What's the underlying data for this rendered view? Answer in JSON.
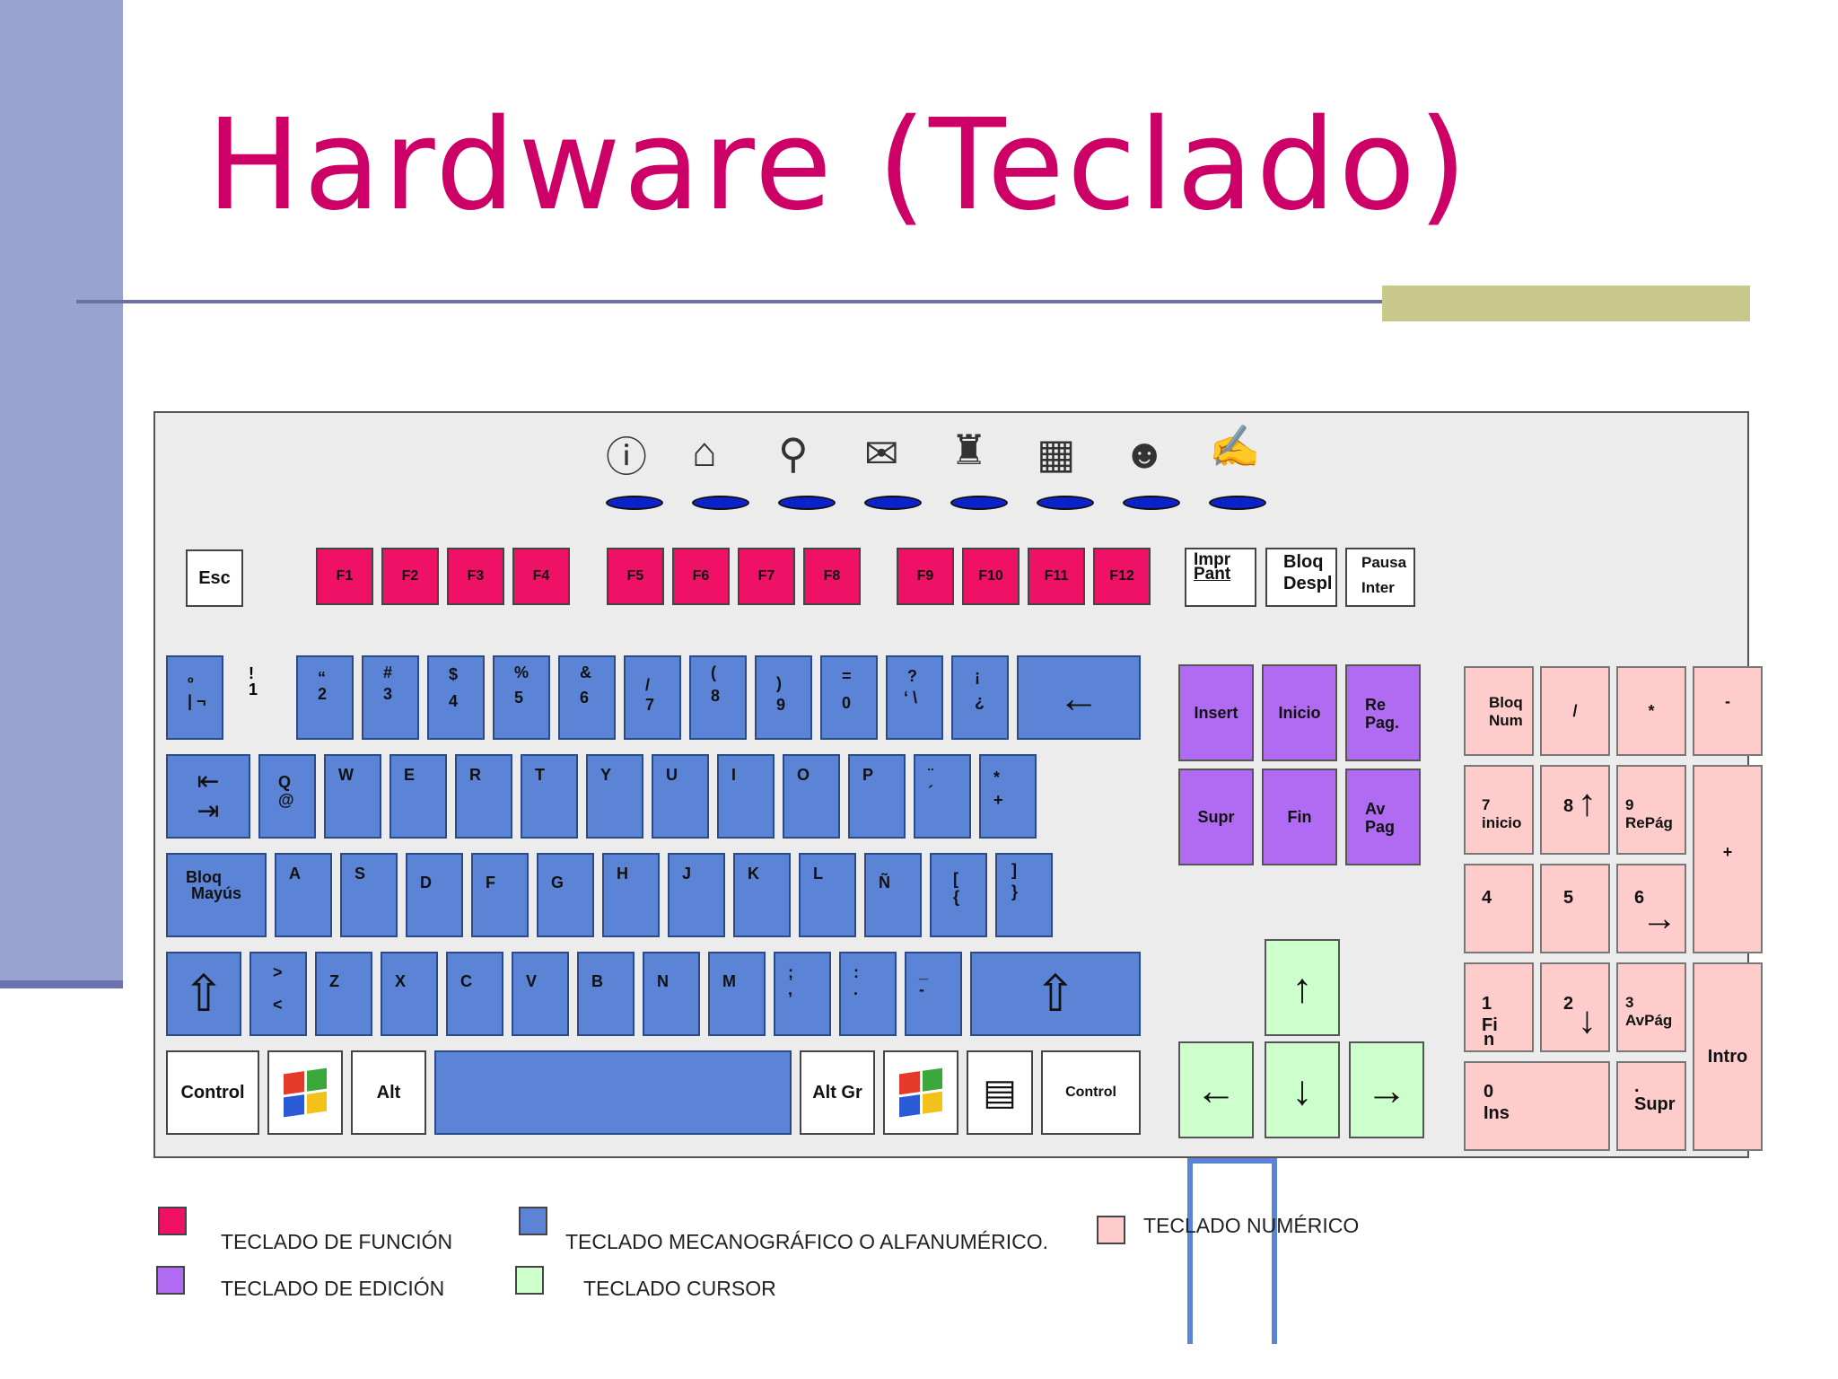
{
  "slide": {
    "title": "Hardware (Teclado)"
  },
  "keyboard": {
    "multimedia_icons": [
      "info-icon",
      "home-icon",
      "search-icon",
      "mail-icon",
      "people-icon",
      "chart-icon",
      "meeting-icon",
      "reading-icon"
    ],
    "function_row": {
      "esc": "Esc",
      "f1": "F1",
      "f2": "F2",
      "f3": "F3",
      "f4": "F4",
      "f5": "F5",
      "f6": "F6",
      "f7": "F7",
      "f8": "F8",
      "f9": "F9",
      "f10": "F10",
      "f11": "F11",
      "f12": "F12"
    },
    "system_keys": {
      "print_a": "Impr",
      "print_b": "Pant",
      "scroll_a": "Bloq",
      "scroll_b": "Despl",
      "pause_a": "Pausa",
      "pause_b": "Inter"
    },
    "number_row": {
      "k0_top": "º",
      "k0_bot": "| ¬",
      "k1_top": "!",
      "k1_bot": "1",
      "k2_top": "“",
      "k2_bot": "2",
      "k3_top": "#",
      "k3_bot": "3",
      "k4_top": "$",
      "k4_bot": "4",
      "k5_top": "%",
      "k5_bot": "5",
      "k6_top": "&",
      "k6_bot": "6",
      "k7_top": "/",
      "k7_bot": "7",
      "k8_top": "(",
      "k8_bot": "8",
      "k9_top": ")",
      "k9_bot": "9",
      "k10_top": "=",
      "k10_bot": "0",
      "k11_top": "?",
      "k11_bot": "‘  \\",
      "k12_top": "¡",
      "k12_bot": "¿",
      "backspace": "←"
    },
    "qwerty_row": {
      "tab": "⇤\n⇥",
      "q_top": "Q",
      "q_bot": "@",
      "w": "W",
      "e": "E",
      "r": "R",
      "t": "T",
      "y": "Y",
      "u": "U",
      "i": "I",
      "o": "O",
      "p": "P",
      "diaer": "¨\n´",
      "plus": "*\n+",
      "enter": "↵"
    },
    "home_row": {
      "caps_a": "Bloq",
      "caps_b": "Mayús",
      "a": "A",
      "s": "S",
      "d": "D",
      "f": "F",
      "g": "G",
      "h": "H",
      "j": "J",
      "k": "K",
      "l": "L",
      "enie": "Ñ",
      "brack_a": "[",
      "brack_b": "{",
      "brack_c": "]",
      "brack_d": "}"
    },
    "shift_row": {
      "lshift": "⇧",
      "lt_top": ">",
      "lt_bot": "<",
      "z": "Z",
      "x": "X",
      "c": "C",
      "v": "V",
      "b": "B",
      "n": "N",
      "m": "M",
      "semi": ";\n,",
      "colon": ":\n.",
      "dash": "_\n-",
      "rshift": "⇧"
    },
    "bottom_row": {
      "lctrl": "Control",
      "alt": "Alt",
      "altgr": "Alt Gr",
      "rctrl": "Control"
    },
    "edit_keys": {
      "insert": "Insert",
      "home": "Inicio",
      "pgup_a": "Re",
      "pgup_b": "Pag.",
      "del": "Supr",
      "end": "Fin",
      "pgdn_a": "Av",
      "pgdn_b": "Pag"
    },
    "cursor_keys": {
      "up": "↑",
      "left": "←",
      "down": "↓",
      "right": "→"
    },
    "numpad": {
      "numlock_a": "Bloq",
      "numlock_b": "Num",
      "div": "/",
      "mul": "*",
      "sub": "-",
      "add": "+",
      "n7_a": "7",
      "n7_b": "inicio",
      "n8": "8",
      "n8_arrow": "↑",
      "n9_a": "9",
      "n9_b": "RePág",
      "n4": "4",
      "n5": "5",
      "n6": "6",
      "n6_arrow": "→",
      "n1_a": "1",
      "n1_b": "Fi",
      "n1_c": "n",
      "n2": "2",
      "n2_arrow": "↓",
      "n3_a": "3",
      "n3_b": "AvPág",
      "n0_a": "0",
      "n0_b": "Ins",
      "ndot_a": ".",
      "ndot_b": "Supr",
      "enter": "Intro"
    },
    "colors": {
      "function": "#ee1166",
      "alphanumeric": "#5b84d6",
      "edit": "#b16bf2",
      "cursor": "#ccffcc",
      "numeric": "#ffcccc"
    }
  },
  "legend": {
    "function": "TECLADO DE FUNCIÓN",
    "alphanumeric": "TECLADO MECANOGRÁFICO O ALFANUMÉRICO.",
    "numeric": "TECLADO NUMÉRICO",
    "edit": "TECLADO DE EDICIÓN",
    "cursor": "TECLADO CURSOR"
  }
}
